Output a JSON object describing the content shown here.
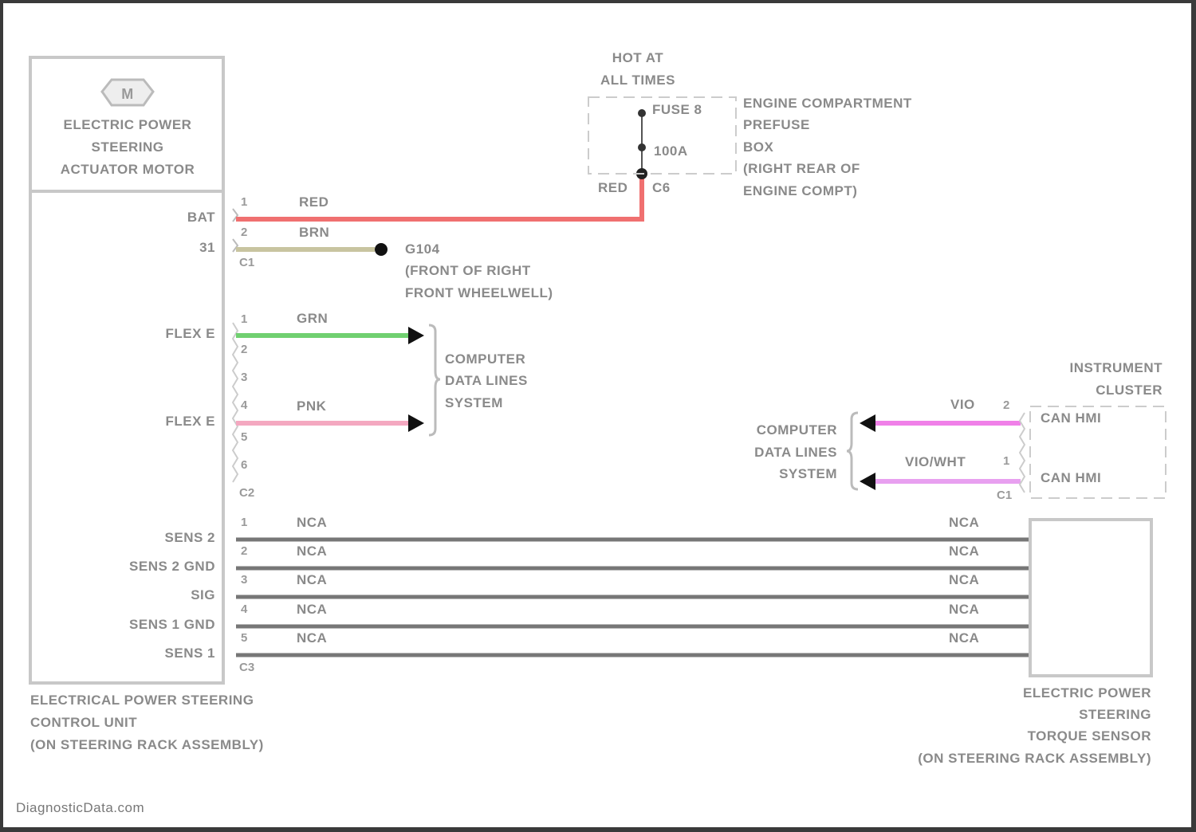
{
  "watermark": "DiagnosticData.com",
  "control_unit": {
    "motor_lines": [
      "ELECTRIC POWER",
      "STEERING",
      "ACTUATOR MOTOR"
    ],
    "motor_symbol": "M",
    "name_lines": [
      "ELECTRICAL POWER STEERING",
      "CONTROL UNIT",
      "(ON STEERING RACK ASSEMBLY)"
    ],
    "pins": [
      {
        "label": "BAT",
        "pin": "1",
        "wire": "RED",
        "color": "#f07070"
      },
      {
        "label": "31",
        "pin": "2",
        "wire": "BRN",
        "color": "#c8c4a0"
      },
      {
        "label": "FLEX E",
        "pin": "1",
        "wire": "GRN",
        "color": "#70d070"
      },
      {
        "label": "FLEX E",
        "pin": "4",
        "wire": "PNK",
        "color": "#f4a8c0"
      },
      {
        "label": "SENS 2",
        "pin": "1",
        "wire": "NCA"
      },
      {
        "label": "SENS 2 GND",
        "pin": "2",
        "wire": "NCA"
      },
      {
        "label": "SIG",
        "pin": "3",
        "wire": "NCA"
      },
      {
        "label": "SENS 1 GND",
        "pin": "4",
        "wire": "NCA"
      },
      {
        "label": "SENS 1",
        "pin": "5",
        "wire": "NCA"
      }
    ],
    "connectors": [
      "C1",
      "C2",
      "C3"
    ],
    "c2_pins": [
      "1",
      "2",
      "3",
      "4",
      "5",
      "6"
    ]
  },
  "fuse_box": {
    "hot_lines": [
      "HOT AT",
      "ALL TIMES"
    ],
    "fuse": "FUSE 8",
    "rating": "100A",
    "connector": "C6",
    "wire": "RED",
    "location_lines": [
      "ENGINE COMPARTMENT",
      "PREFUSE",
      "BOX",
      "(RIGHT REAR OF",
      "ENGINE COMPT)"
    ]
  },
  "ground": {
    "id": "G104",
    "location_lines": [
      "(FRONT OF RIGHT",
      "FRONT WHEELWELL)"
    ]
  },
  "data_lines_left": [
    "COMPUTER",
    "DATA LINES",
    "SYSTEM"
  ],
  "data_lines_right": [
    "COMPUTER",
    "DATA LINES",
    "SYSTEM"
  ],
  "instrument_cluster": {
    "title_lines": [
      "INSTRUMENT",
      "CLUSTER"
    ],
    "pins": [
      {
        "pin": "2",
        "wire": "VIO",
        "label": "CAN HMI",
        "color": "#f080e8"
      },
      {
        "pin": "1",
        "wire": "VIO/WHT",
        "label": "CAN HMI",
        "color": "#e8a0f0"
      }
    ],
    "connector": "C1"
  },
  "torque_sensor": {
    "name_lines": [
      "ELECTRIC POWER",
      "STEERING",
      "TORQUE SENSOR",
      "(ON STEERING RACK ASSEMBLY)"
    ],
    "wires": [
      "NCA",
      "NCA",
      "NCA",
      "NCA",
      "NCA"
    ]
  }
}
